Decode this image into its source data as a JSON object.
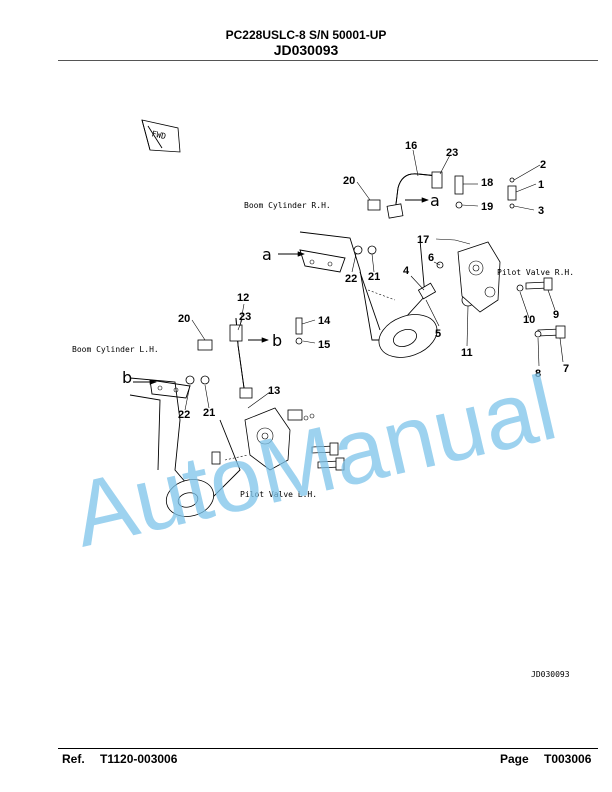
{
  "header": {
    "model": "PC228USLC-8 S/N 50001-UP",
    "doc_id": "JD030093"
  },
  "footer": {
    "ref_label": "Ref.",
    "ref_value": "T1120-003006",
    "page_label": "Page",
    "page_value": "T003006"
  },
  "diagram": {
    "fwd_label": "FWD",
    "labels": {
      "boom_rh": "Boom Cylinder R.H.",
      "boom_lh": "Boom Cylinder L.H.",
      "pilot_rh": "Pilot Valve R.H.",
      "pilot_lh": "Pilot Valve L.H."
    },
    "drawing_code": "JD030093",
    "letters": {
      "a1": "a",
      "a2": "a",
      "b1": "b",
      "b2": "b"
    },
    "callouts": {
      "c1": "1",
      "c2": "2",
      "c3": "3",
      "c4": "4",
      "c5": "5",
      "c6": "6",
      "c7": "7",
      "c8": "8",
      "c9": "9",
      "c10": "10",
      "c11": "11",
      "c12": "12",
      "c13": "13",
      "c14": "14",
      "c15": "15",
      "c16": "16",
      "c17": "17",
      "c18": "18",
      "c19": "19",
      "c20a": "20",
      "c20b": "20",
      "c21a": "21",
      "c21b": "21",
      "c22a": "22",
      "c22b": "22",
      "c23a": "23",
      "c23b": "23"
    }
  },
  "watermark": "AutoManual"
}
